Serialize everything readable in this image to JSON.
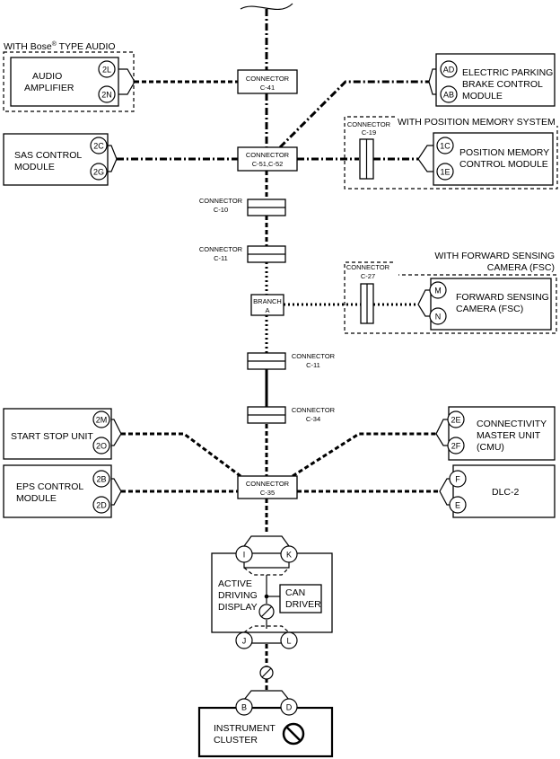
{
  "modules": {
    "audio_amp": {
      "header": "WITH Bose",
      "header_tail": " TYPE AUDIO",
      "header_reg": "®",
      "line1": "AUDIO",
      "line2": "AMPLIFIER",
      "pin1": "2L",
      "pin2": "2N"
    },
    "epb": {
      "line1": "ELECTRIC PARKING",
      "line2": "BRAKE CONTROL",
      "line3": "MODULE",
      "pin1": "AD",
      "pin2": "AB"
    },
    "sas": {
      "line1": "SAS CONTROL",
      "line2": "MODULE",
      "pin1": "2C",
      "pin2": "2G"
    },
    "position_memory": {
      "header": "WITH POSITION MEMORY SYSTEM",
      "line1": "POSITION MEMORY",
      "line2": "CONTROL MODULE",
      "pin1": "1C",
      "pin2": "1E",
      "connector_label": "CONNECTOR",
      "connector_id": "C-19"
    },
    "fsc": {
      "header1": "WITH FORWARD SENSING",
      "header2": "CAMERA (FSC)",
      "line1": "FORWARD SENSING",
      "line2": "CAMERA (FSC)",
      "pin1": "M",
      "pin2": "N",
      "connector_label": "CONNECTOR",
      "connector_id": "C-27"
    },
    "start_stop": {
      "line1": "START STOP UNIT",
      "pin1": "2M",
      "pin2": "2O"
    },
    "cmu": {
      "line1": "CONNECTIVITY",
      "line2": "MASTER UNIT",
      "line3": "(CMU)",
      "pin1": "2E",
      "pin2": "2F"
    },
    "eps": {
      "line1": "EPS CONTROL",
      "line2": "MODULE",
      "pin1": "2B",
      "pin2": "2D"
    },
    "dlc": {
      "line1": "DLC-2",
      "pin1": "F",
      "pin2": "E"
    },
    "add": {
      "line1": "ACTIVE",
      "line2": "DRIVING",
      "line3": "DISPLAY",
      "pin_top_left": "I",
      "pin_top_right": "K",
      "pin_bot_left": "J",
      "pin_bot_right": "L",
      "can1": "CAN",
      "can2": "DRIVER"
    },
    "cluster": {
      "line1": "INSTRUMENT",
      "line2": "CLUSTER",
      "pin1": "B",
      "pin2": "D"
    }
  },
  "connectors": {
    "c41": {
      "label": "CONNECTOR",
      "id": "C-41"
    },
    "c51": {
      "label": "CONNECTOR",
      "id": "C-51,C-52"
    },
    "c10": {
      "label": "CONNECTOR",
      "id": "C-10"
    },
    "c11a": {
      "label": "CONNECTOR",
      "id": "C-11"
    },
    "branch": {
      "label": "BRANCH",
      "id": "A"
    },
    "c11b": {
      "label": "CONNECTOR",
      "id": "C-11"
    },
    "c34": {
      "label": "CONNECTOR",
      "id": "C-34"
    },
    "c35": {
      "label": "CONNECTOR",
      "id": "C-35"
    }
  }
}
